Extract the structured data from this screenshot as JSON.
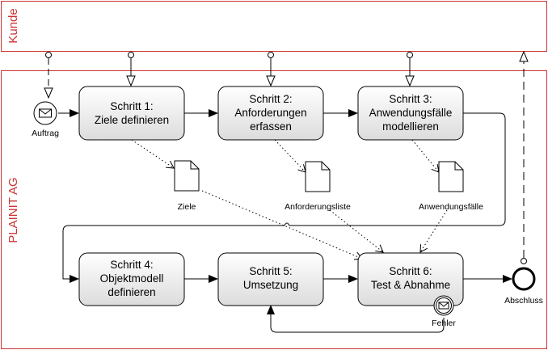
{
  "colors": {
    "pool_border": "#cc3333",
    "task_fill": "#e6e6e6",
    "task_stroke": "#000000",
    "lane_label": "#cc3333"
  },
  "pools": {
    "top": {
      "label": "Kunde"
    },
    "bottom": {
      "label": "PLAINIT AG"
    }
  },
  "tasks": {
    "t1": {
      "line1": "Schritt 1:",
      "line2": "Ziele definieren",
      "line3": ""
    },
    "t2": {
      "line1": "Schritt 2:",
      "line2": "Anforderungen",
      "line3": "erfassen"
    },
    "t3": {
      "line1": "Schritt 3:",
      "line2": "Anwendungsfälle",
      "line3": "modellieren"
    },
    "t4": {
      "line1": "Schritt 4:",
      "line2": "Objektmodell",
      "line3": "definieren"
    },
    "t5": {
      "line1": "Schritt 5:",
      "line2": "Umsetzung",
      "line3": ""
    },
    "t6": {
      "line1": "Schritt 6:",
      "line2": "Test & Abnahme",
      "line3": ""
    }
  },
  "documents": {
    "d1": {
      "label": "Ziele"
    },
    "d2": {
      "label": "Anforderungsliste"
    },
    "d3": {
      "label": "Anwendungsfälle"
    }
  },
  "events": {
    "start": {
      "label": "Auftrag",
      "icon": "envelope-icon"
    },
    "end": {
      "label": "Abschluss"
    },
    "error": {
      "label": "Fehler",
      "icon": "envelope-icon"
    }
  }
}
